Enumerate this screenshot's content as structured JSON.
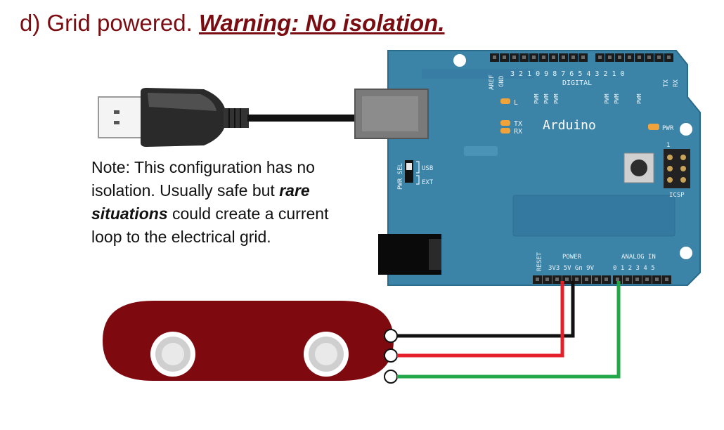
{
  "heading": {
    "prefix": "d) Grid powered. ",
    "warning": "Warning: No isolation."
  },
  "note": {
    "part1": "Note: This configuration has no isolation. Usually safe but ",
    "emphasis": "rare situations",
    "part2": " could create a current loop to the electrical grid."
  },
  "board": {
    "brand": "Arduino",
    "digital_header_label": "DIGITAL",
    "digital_pin_numbers": "3 2 1 0 9 8   7 6 5 4 3 2 1 0",
    "aref": "AREF",
    "gnd": "GND",
    "tx_pin": "TX",
    "rx_pin": "RX",
    "led_l": "L",
    "led_tx": "TX",
    "led_rx": "RX",
    "pwr_led": "PWR",
    "pwr_sel": "PWR SEL",
    "usb": "USB",
    "ext": "EXT",
    "icsp": "ICSP",
    "icsp_pin1": "1",
    "reset": "RESET",
    "power_label": "POWER",
    "power_pins": "3V3 5V Gn  9V",
    "analog_label": "ANALOG IN",
    "analog_pins": "0 1 2 3 4 5",
    "pwm": "PWM"
  },
  "colors": {
    "heading": "#7a0d12",
    "board": "#3b84a8",
    "sensor": "#7e0a10",
    "wire_black": "#111111",
    "wire_red": "#e4212b",
    "wire_green": "#23a849",
    "usb_cable": "#111111"
  }
}
